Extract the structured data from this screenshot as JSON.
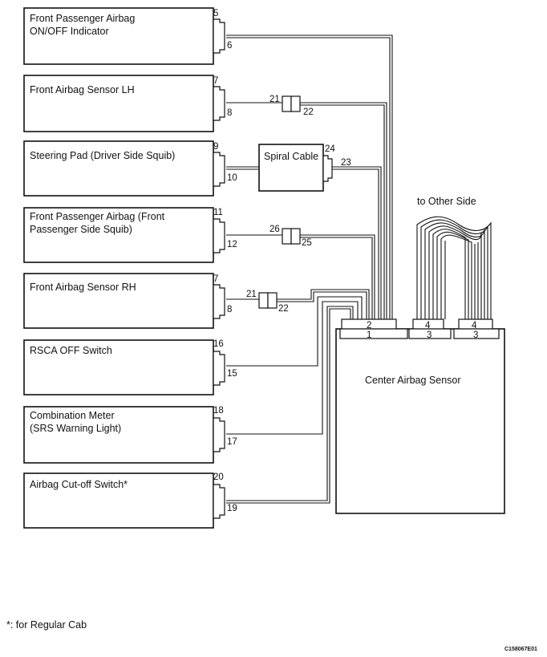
{
  "components": {
    "fp_onoff_indicator": {
      "line1": "Front Passenger Airbag",
      "line2": "ON/OFF Indicator",
      "pin_top": "5",
      "pin_bottom": "6"
    },
    "front_airbag_sensor_lh": {
      "line1": "Front Airbag Sensor LH",
      "pin_top": "7",
      "pin_bottom": "8"
    },
    "steering_pad": {
      "line1": "Steering Pad (Driver Side Squib)",
      "pin_top": "9",
      "pin_bottom": "10"
    },
    "front_passenger_airbag": {
      "line1": "Front Passenger Airbag (Front",
      "line2": "Passenger Side Squib)",
      "pin_top": "11",
      "pin_bottom": "12"
    },
    "front_airbag_sensor_rh": {
      "line1": "Front Airbag Sensor RH",
      "pin_top": "7",
      "pin_bottom": "8"
    },
    "rsca_off_switch": {
      "line1": "RSCA OFF Switch",
      "pin_top": "16",
      "pin_bottom": "15"
    },
    "combination_meter": {
      "line1": "Combination Meter",
      "line2": "(SRS Warning Light)",
      "pin_top": "18",
      "pin_bottom": "17"
    },
    "airbag_cutoff_switch": {
      "line1": "Airbag Cut-off Switch*",
      "pin_top": "20",
      "pin_bottom": "19"
    }
  },
  "spiral_cable": {
    "label": "Spiral Cable",
    "pin_top": "24",
    "pin_bottom": "23"
  },
  "junctions": {
    "lh": {
      "left": "21",
      "right": "22"
    },
    "fp": {
      "left": "26",
      "right": "25"
    },
    "rh": {
      "left": "21",
      "right": "22"
    }
  },
  "center_sensor": {
    "label": "Center Airbag Sensor",
    "c1_top": "2",
    "c1_bottom": "1",
    "c2_top": "4",
    "c2_bottom": "3",
    "c3_top": "4",
    "c3_bottom": "3"
  },
  "to_other_side": "to Other Side",
  "footnote": "*: for Regular Cab",
  "figure_code": "C158067E01"
}
